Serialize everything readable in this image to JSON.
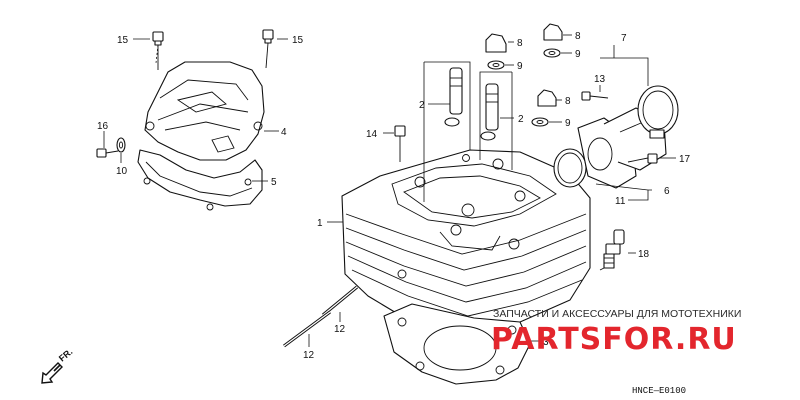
{
  "diagram": {
    "callouts": {
      "c1": "1",
      "c2a": "2",
      "c2b": "2",
      "c3": "3",
      "c4": "4",
      "c5": "5",
      "c6": "6",
      "c7": "7",
      "c8a": "8",
      "c8b": "8",
      "c8c": "8",
      "c9a": "9",
      "c9b": "9",
      "c9c": "9",
      "c10": "10",
      "c11": "11",
      "c12a": "12",
      "c12b": "12",
      "c13": "13",
      "c14": "14",
      "c15a": "15",
      "c15b": "15",
      "c16": "16",
      "c17": "17",
      "c18": "18"
    },
    "direction_label": "FR.",
    "drawing_code": "HNCE—E0100"
  },
  "watermark": {
    "tagline": "ЗАПЧАСТИ И АКСЕССУАРЫ ДЛЯ МОТОТЕХНИКИ",
    "brand": "PARTSFOR.RU",
    "brand_color": "#e3262d"
  }
}
